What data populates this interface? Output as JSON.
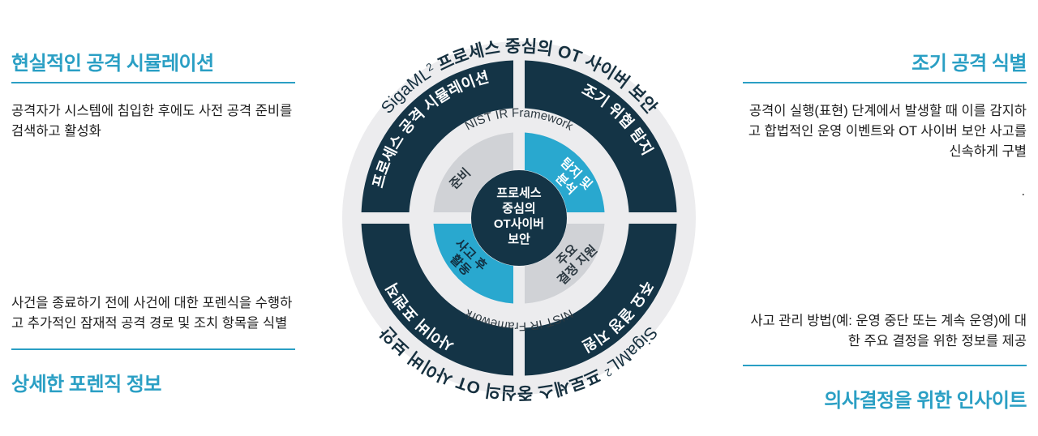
{
  "colors": {
    "accent": "#2a9fc4",
    "navy": "#143446",
    "light_blue": "#29a8cf",
    "grey_ring": "#d0d2d6",
    "pale_ring": "#e8e9eb",
    "outer_halo": "#ececee",
    "text_dark": "#1c1c1c"
  },
  "panels": {
    "top_left": {
      "title": "현실적인 공격 시뮬레이션",
      "body": "공격자가 시스템에 침입한 후에도 사전 공격 준비를 검색하고 활성화"
    },
    "top_right": {
      "title": "조기 공격 식별",
      "body": "공격이 실행(표현) 단계에서 발생할 때 이를 감지하고 합법적인 운영 이벤트와 OT 사이버 보안 사고를 신속하게 구별",
      "trailing_mark": "."
    },
    "bottom_left": {
      "title": "상세한 포렌직 정보",
      "body": "사건을 종료하기 전에 사건에 대한 포렌식을 수행하고 추가적인 잠재적 공격 경로 및 조치 항목을 식별"
    },
    "bottom_right": {
      "title": "의사결정을 위한 인사이트",
      "body": "사고 관리 방법(예: 운영 중단 또는 계속 운영)에 대한 주요 결정을 위한 정보를 제공"
    }
  },
  "diagram": {
    "brand_mark": "SigaML",
    "brand_superscript": "2",
    "outer_ring_text_top": "프로세스 중심의 OT 사이버 보안",
    "outer_ring_text_bottom": "프로세스 중심의 OT 사이버 보안",
    "framework_label_top": "NIST IR Framework",
    "framework_label_bottom": "NIST IR Framework",
    "center": {
      "line1": "프로세스",
      "line2": "중심의",
      "line3": "OT사이버",
      "line4": "보안"
    },
    "outer_segments": [
      {
        "id": "process-attack-simulation",
        "label": "프로세스 공격 시뮬레이션",
        "fill": "navy",
        "quadrant": "top-left"
      },
      {
        "id": "early-threat-detection",
        "label": "조기 위협 탐지",
        "fill": "navy",
        "quadrant": "top-right"
      },
      {
        "id": "cyber-forensics",
        "label": "사이버 포렌직",
        "fill": "navy",
        "quadrant": "bottom-left"
      },
      {
        "id": "key-decision-support",
        "label": "주요 결정 지원",
        "fill": "navy",
        "quadrant": "bottom-right"
      }
    ],
    "inner_segments": [
      {
        "id": "preparation",
        "label": "준비",
        "fill": "grey",
        "quadrant": "top-left"
      },
      {
        "id": "detection-analysis",
        "label_line1": "탐지 및",
        "label_line2": "분석",
        "fill": "light_blue",
        "quadrant": "top-right"
      },
      {
        "id": "post-incident-activity",
        "label_line1": "사고 후",
        "label_line2": "활동",
        "fill": "light_blue",
        "quadrant": "bottom-left"
      },
      {
        "id": "key-decision-support-inner",
        "label_line1": "주요",
        "label_line2": "결정 지원",
        "fill": "grey",
        "quadrant": "bottom-right"
      }
    ]
  }
}
